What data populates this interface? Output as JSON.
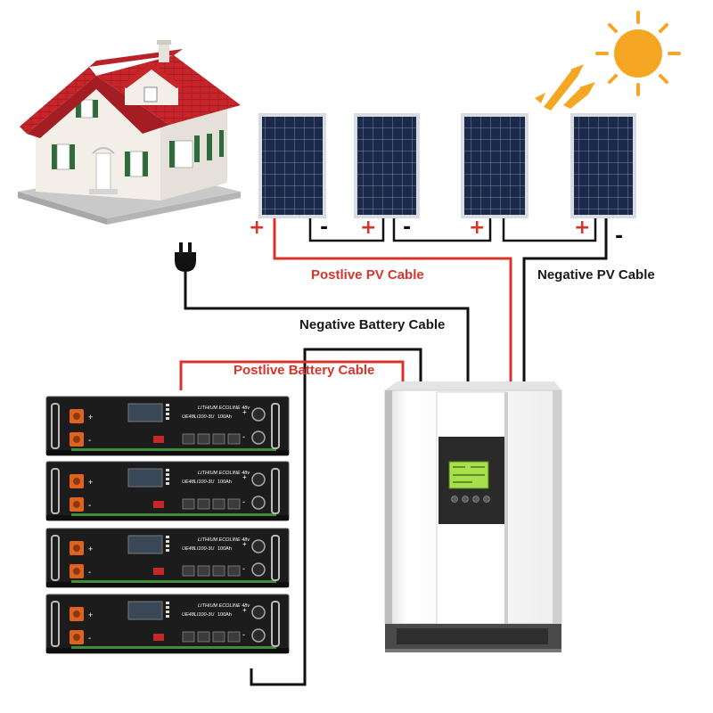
{
  "labels": {
    "pv_positive": "Postlive PV Cable",
    "pv_negative": "Negative PV Cable",
    "battery_negative": "Negative Battery Cable",
    "battery_positive": "Postlive Battery Cable"
  },
  "panel_signs": {
    "plus": "+",
    "minus": "-"
  },
  "battery_module": {
    "model_line1": "LITHIUM ECOLINE 48v",
    "model_line2": "UE48LI100-3U",
    "capacity": "100Ah",
    "terminal_plus": "+",
    "terminal_minus": "-"
  },
  "colors": {
    "positive_cable": "#d9342b",
    "negative_cable": "#111111",
    "roof": "#c8252b",
    "sun": "#f5a623",
    "battery_body": "#1c1c1c",
    "battery_terminal": "#e0621f",
    "inverter_body": "#f2f2f2",
    "inverter_lcd": "#a6e04a"
  },
  "icons": [
    "house-icon",
    "sun-icon",
    "solar-panel-icon",
    "power-plug-icon",
    "battery-module-icon",
    "inverter-icon"
  ]
}
